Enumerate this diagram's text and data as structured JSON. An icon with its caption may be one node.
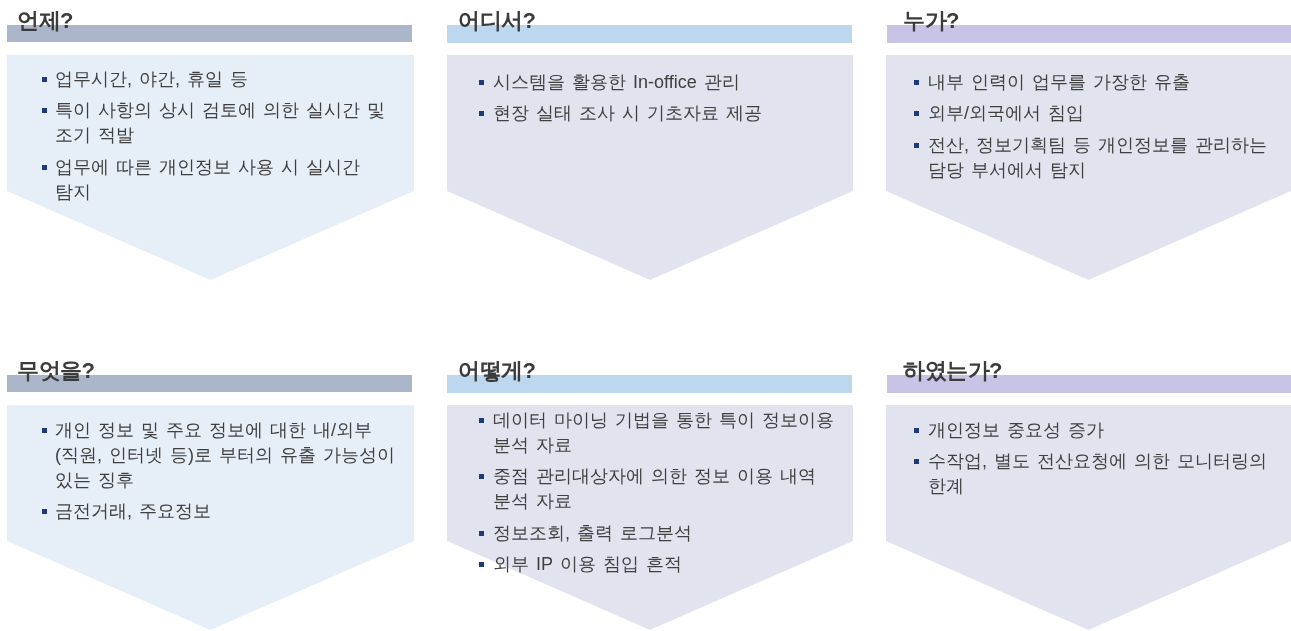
{
  "diagram": {
    "nodes": [
      {
        "text": [
          "언제?"
        ]
      },
      {
        "text": [
          "업무시간, 야간, 휴일 등",
          "특이 사항의 상시 검토에 의한 실시간 및 조기 적발",
          "업무에 따른 개인정보 사용 시 실시간 탐지"
        ]
      },
      {
        "text": [
          "어디서?"
        ]
      },
      {
        "text": [
          "시스템을 활용한 In-office 관리",
          "현장 실태 조사 시 기초자료 제공"
        ]
      },
      {
        "text": [
          "누가?"
        ]
      },
      {
        "text": [
          "내부 인력이 업무를 가장한 유출",
          "외부/외국에서 침입",
          "전산, 정보기획팀 등 개인정보를 관리하는 담당 부서에서 탐지"
        ]
      },
      {
        "text": [
          "무엇을?"
        ]
      },
      {
        "text": [
          "개인 정보 및 주요 정보에 대한 내/외부 (직원, 인터넷 등)로 부터의 유출 가능성이 있는 징후",
          "금전거래, 주요정보"
        ]
      },
      {
        "text": [
          "어떻게?"
        ]
      },
      {
        "text": [
          "데이터 마이닝 기법을 통한 특이 정보이용 분석 자료",
          "중점 관리대상자에 의한 정보 이용 내역 분석 자료",
          "정보조회, 출력 로그분석",
          "외부 IP 이용 침입 흔적"
        ]
      },
      {
        "text": [
          "하였는가?"
        ]
      },
      {
        "text": [
          "개인정보 중요성 증가",
          "수작업, 별도 전산요청에 의한 모니터링의 한계"
        ]
      }
    ]
  }
}
